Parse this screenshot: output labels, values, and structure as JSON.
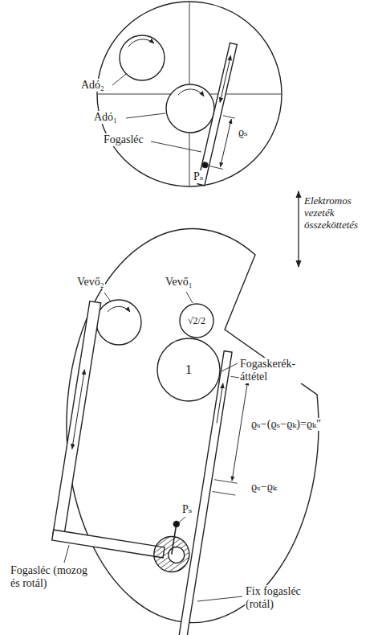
{
  "diagram": {
    "nodes": [
      {
        "text": [
          "√2/2"
        ]
      },
      {
        "text": [
          "1"
        ]
      }
    ],
    "labels": [
      "Adó₂",
      "Adó₁",
      "Fogasléc",
      "ϱₛ",
      "Pₛ",
      "Elektromos vezeték összeköttetés",
      "Vevő₂",
      "Vevő₁",
      "Fogaskerék-áttétel",
      "ϱₛ−(ϱₛ−ϱₖ)=ϱₖ″",
      "ϱₛ−ϱₖ",
      "Pₛ",
      "Fogasléc (mozog és rotál)",
      "Fix fogasléc (rotál)"
    ]
  }
}
